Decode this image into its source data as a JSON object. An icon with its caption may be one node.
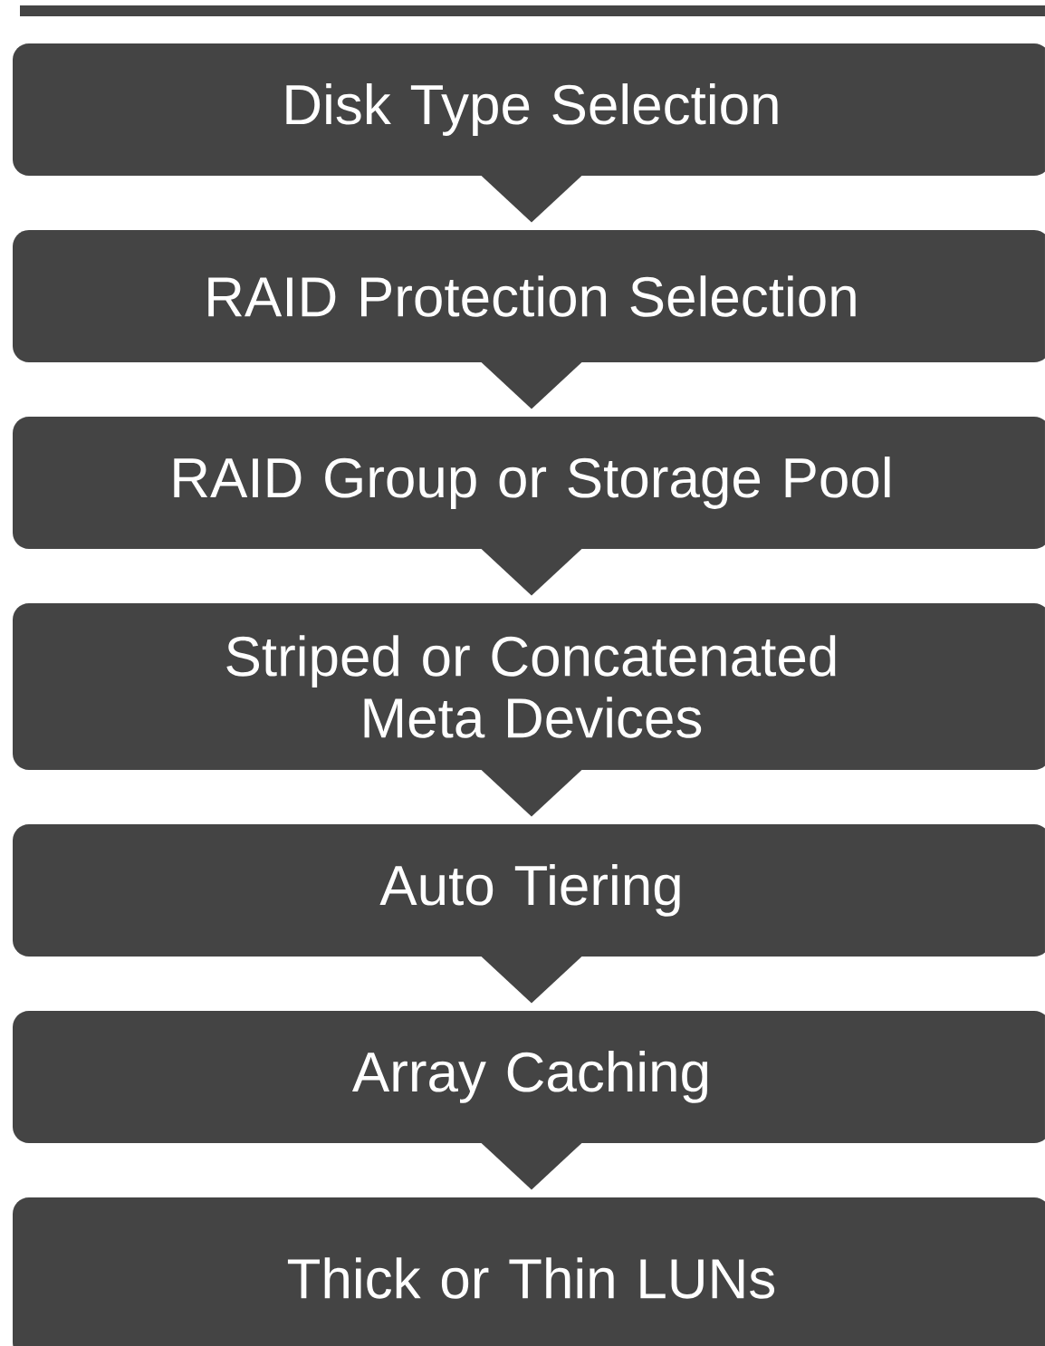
{
  "diagram": {
    "nodes": [
      {
        "text": [
          "Disk Type Selection"
        ]
      },
      {
        "text": [
          "RAID Protection Selection"
        ]
      },
      {
        "text": [
          "RAID Group or Storage Pool"
        ]
      },
      {
        "text": [
          "Striped or Concatenated Meta Devices"
        ]
      },
      {
        "text": [
          "Auto Tiering"
        ]
      },
      {
        "text": [
          "Array Caching"
        ]
      },
      {
        "text": [
          "Thick or Thin LUNs"
        ]
      }
    ],
    "edges": [
      {
        "from": 0,
        "to": 1,
        "arrow": "to"
      },
      {
        "from": 1,
        "to": 2,
        "arrow": "to"
      },
      {
        "from": 2,
        "to": 3,
        "arrow": "to"
      },
      {
        "from": 3,
        "to": 4,
        "arrow": "to"
      },
      {
        "from": 4,
        "to": 5,
        "arrow": "to"
      },
      {
        "from": 5,
        "to": 6,
        "arrow": "to"
      }
    ]
  }
}
